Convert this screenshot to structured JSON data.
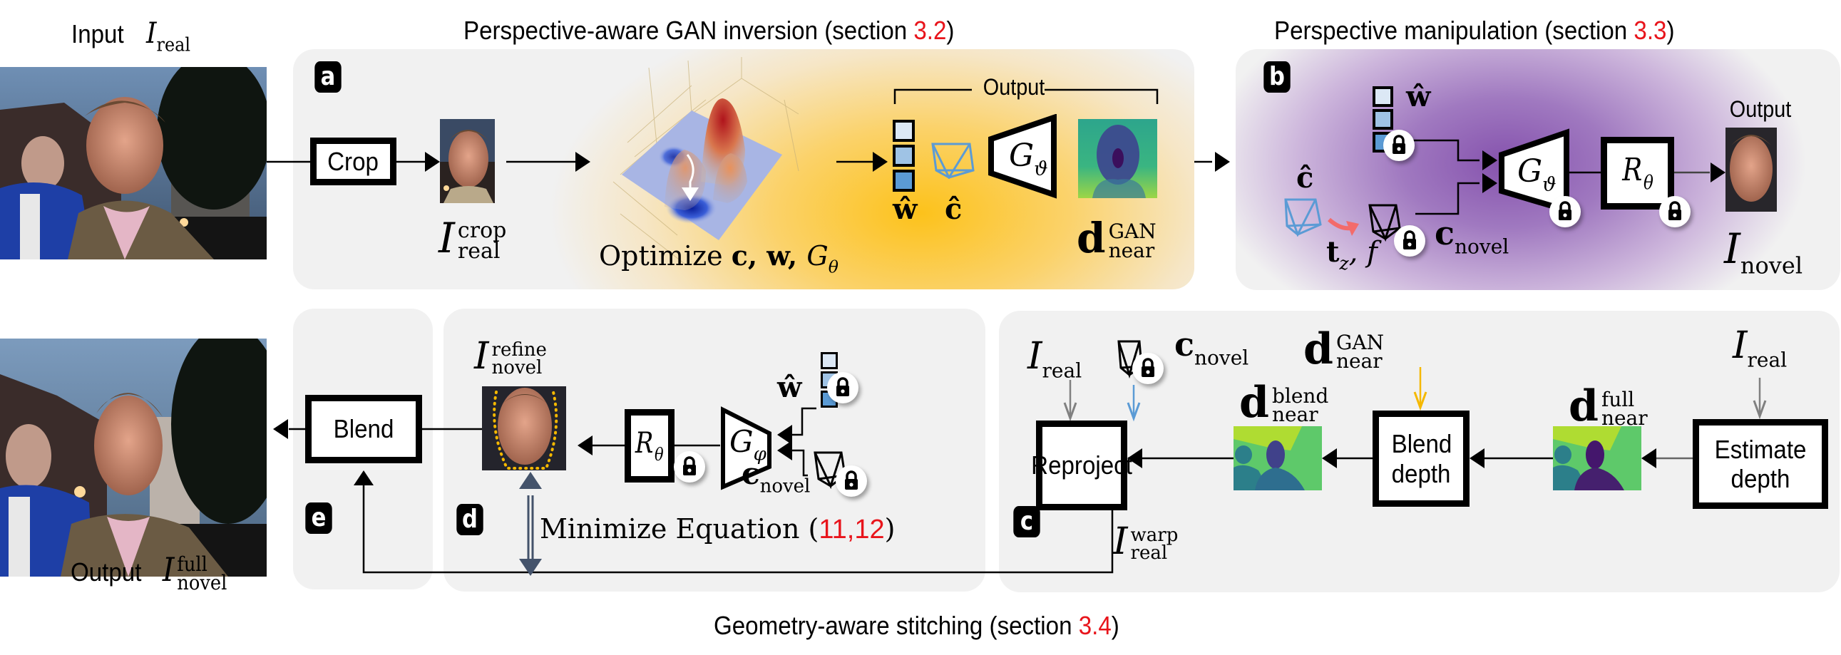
{
  "figure": {
    "top_left_label": {
      "text": "Input",
      "symbol": "I",
      "subscript": "real"
    },
    "bottom_left_label": {
      "text": "Output",
      "symbol": "I",
      "superscript": "full",
      "subscript": "novel"
    },
    "section_titles": {
      "inversion": {
        "text": "Perspective-aware GAN inversion (section ",
        "ref": "3.2",
        "close": ")"
      },
      "manipulation": {
        "text": "Perspective manipulation (section ",
        "ref": "3.3",
        "close": ")"
      },
      "stitching": {
        "text": "Geometry-aware stitching (section ",
        "ref": "3.4",
        "close": ")"
      }
    },
    "colors": {
      "reference_red": "#e8141b",
      "panel_gray": "#f1f1f1",
      "inversion_gold": "#fcc21b",
      "manipulation_purple": "#8552ad",
      "camera_blue": "#5b9bd5",
      "arrow_gold": "#f5b800",
      "arrow_gray": "#808080",
      "equation_arrow": "#44536b"
    }
  },
  "panel_a": {
    "badge": "a",
    "crop_button": "Crop",
    "crop_image_label": {
      "symbol": "I",
      "superscript": "crop",
      "subscript": "real"
    },
    "optimize_label": {
      "text": "Optimize ",
      "vars": "c, w, ",
      "gen": "G",
      "gen_sub": "θ"
    },
    "output_bracket": "Output",
    "latent_label": "ŵ",
    "camera_label": "ĉ",
    "generator": {
      "symbol": "G",
      "subscript": "ϑ"
    },
    "depth_label": {
      "symbol": "d",
      "superscript": "GAN",
      "subscript": "near"
    }
  },
  "panel_b": {
    "badge": "b",
    "latent_label": "ŵ",
    "camera_label": "ĉ",
    "transform_label": {
      "symbol": "t",
      "subscript": "z",
      "rest": ", f"
    },
    "novel_camera_label": {
      "symbol": "c",
      "subscript": "novel"
    },
    "generator": {
      "symbol": "G",
      "subscript": "ϑ"
    },
    "renderer": {
      "symbol": "R",
      "subscript": "θ"
    },
    "output_heading": "Output",
    "output_label": {
      "symbol": "I",
      "subscript": "novel"
    }
  },
  "panel_c": {
    "badge": "c",
    "input_label_left": {
      "symbol": "I",
      "subscript": "real"
    },
    "novel_camera_label": {
      "symbol": "c",
      "subscript": "novel"
    },
    "reproject_button": "Reproject",
    "blend_depth_label": {
      "symbol": "d",
      "superscript": "blend",
      "subscript": "near"
    },
    "gan_depth_label": {
      "symbol": "d",
      "superscript": "GAN",
      "subscript": "near"
    },
    "blend_depth_button": "Blend depth",
    "full_depth_label": {
      "symbol": "d",
      "superscript": "full",
      "subscript": "near"
    },
    "input_label_right": {
      "symbol": "I",
      "subscript": "real"
    },
    "estimate_depth_button": "Estimate depth",
    "warp_label": {
      "symbol": "I",
      "superscript": "warp",
      "subscript": "real"
    }
  },
  "panel_d": {
    "badge": "d",
    "refine_label": {
      "symbol": "I",
      "superscript": "refine",
      "subscript": "novel"
    },
    "renderer": {
      "symbol": "R",
      "subscript": "θ"
    },
    "generator": {
      "symbol": "G",
      "subscript": "φ"
    },
    "latent_label": "ŵ",
    "novel_camera_label": {
      "symbol": "c",
      "subscript": "novel"
    },
    "minimize_label": {
      "text": "Minimize Equation (",
      "refs": "11,12",
      "close": ")"
    }
  },
  "panel_e": {
    "badge": "e",
    "blend_button": "Blend"
  }
}
